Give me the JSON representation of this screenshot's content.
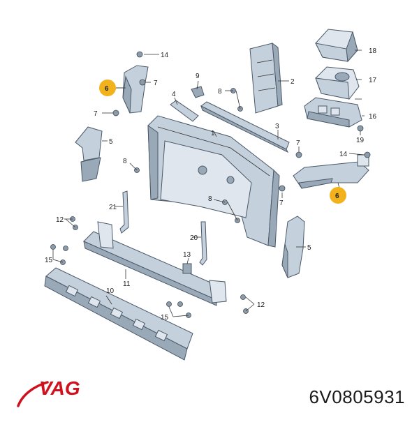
{
  "labels": {
    "l1": "1",
    "l2": "2",
    "l3": "3",
    "l4": "4",
    "l5a": "5",
    "l5b": "5",
    "l6a": "6",
    "l6b": "6",
    "l7a": "7",
    "l7b": "7",
    "l7c": "7",
    "l7d": "7",
    "l8a": "8",
    "l8b": "8",
    "l8c": "8",
    "l9": "9",
    "l10": "10",
    "l11": "11",
    "l12a": "12",
    "l12b": "12",
    "l13": "13",
    "l14a": "14",
    "l14b": "14",
    "l15a": "15",
    "l15b": "15",
    "l16": "16",
    "l17": "17",
    "l18": "18",
    "l19": "19",
    "l20": "20",
    "l21": "21"
  },
  "brand": {
    "logo_text": "VAG",
    "logo_color": "#d0101c"
  },
  "part_number": "6V0805931",
  "colors": {
    "highlight_badge": "#f2b21c",
    "part_fill": "#c4d0dc",
    "line": "#4a5868"
  }
}
